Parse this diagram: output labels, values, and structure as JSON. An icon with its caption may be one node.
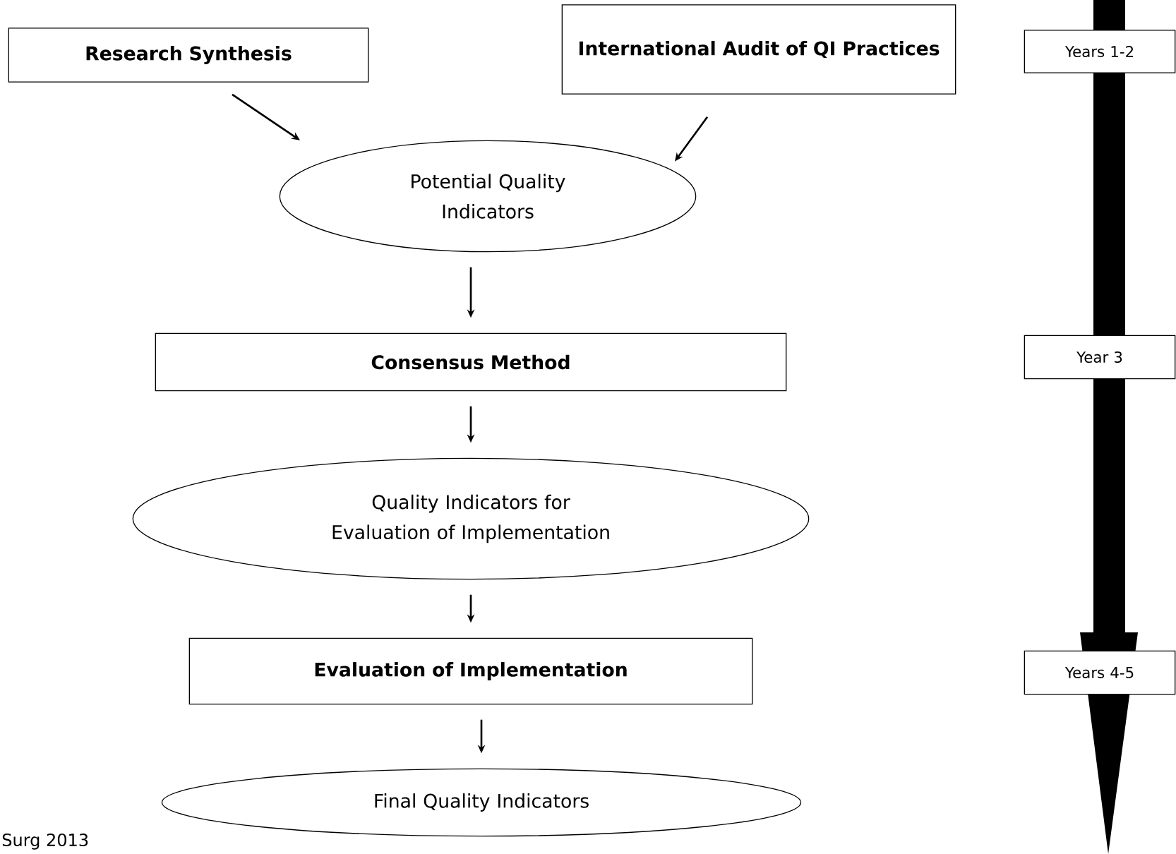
{
  "diagram": {
    "nodes": [
      {
        "text": [
          "**Research Synthesis**"
        ]
      },
      {
        "text": [
          "**International Audit of QI Practices**"
        ]
      },
      {
        "text": [
          "Potential Quality Indicators"
        ]
      },
      {
        "text": [
          "**Consensus Method**"
        ]
      },
      {
        "text": [
          "Quality Indicators for Evaluation of Implementation"
        ]
      },
      {
        "text": [
          "**Evaluation of Implementation**"
        ]
      },
      {
        "text": [
          "Final Quality Indicators"
        ]
      },
      {
        "text": [
          "Years 1-2"
        ]
      },
      {
        "text": [
          "Year 3"
        ]
      },
      {
        "text": [
          "Years 4-5"
        ]
      }
    ],
    "edges": [
      {
        "from": 0,
        "to": 2,
        "arrow": "to"
      },
      {
        "from": 1,
        "to": 2,
        "arrow": "to"
      },
      {
        "from": 2,
        "to": 3,
        "arrow": "to"
      },
      {
        "from": 3,
        "to": 4,
        "arrow": "to"
      },
      {
        "from": 4,
        "to": 5,
        "arrow": "to"
      },
      {
        "from": 5,
        "to": 6,
        "arrow": "to"
      }
    ],
    "labels": [
      "Surg 2013"
    ]
  }
}
